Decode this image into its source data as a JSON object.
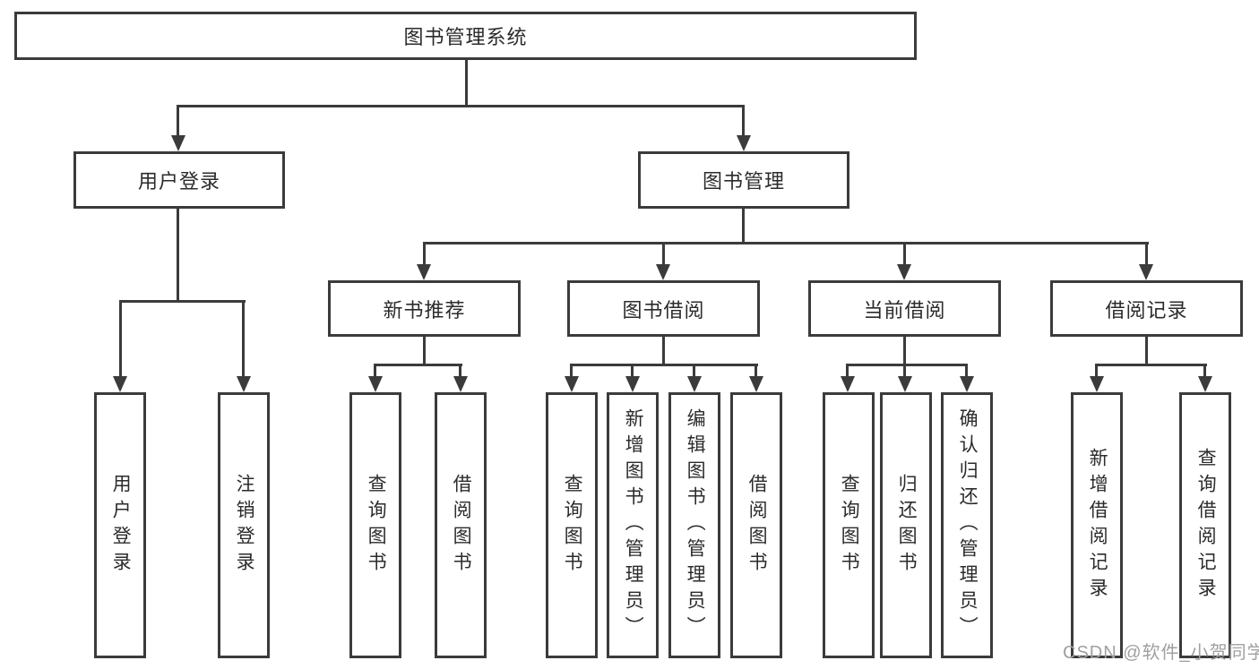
{
  "tree": {
    "root": "图书管理系统",
    "branches": [
      {
        "label": "用户登录",
        "children": [
          "用户登录",
          "注销登录"
        ]
      },
      {
        "label": "图书管理",
        "groups": [
          {
            "label": "新书推荐",
            "children": [
              "查询图书",
              "借阅图书"
            ]
          },
          {
            "label": "图书借阅",
            "children": [
              "查询图书",
              "新增图书（管理员）",
              "编辑图书（管理员）",
              "借阅图书"
            ]
          },
          {
            "label": "当前借阅",
            "children": [
              "查询图书",
              "归还图书",
              "确认归还（管理员）"
            ]
          },
          {
            "label": "借阅记录",
            "children": [
              "新增借阅记录",
              "查询借阅记录"
            ]
          }
        ]
      }
    ]
  },
  "watermark": {
    "text": "CSDN @软件_小贺同学",
    "color": "#a0a0a0"
  },
  "colors": {
    "line": "#3b3b3b",
    "text": "#2b2b2b",
    "background": "#ffffff"
  }
}
